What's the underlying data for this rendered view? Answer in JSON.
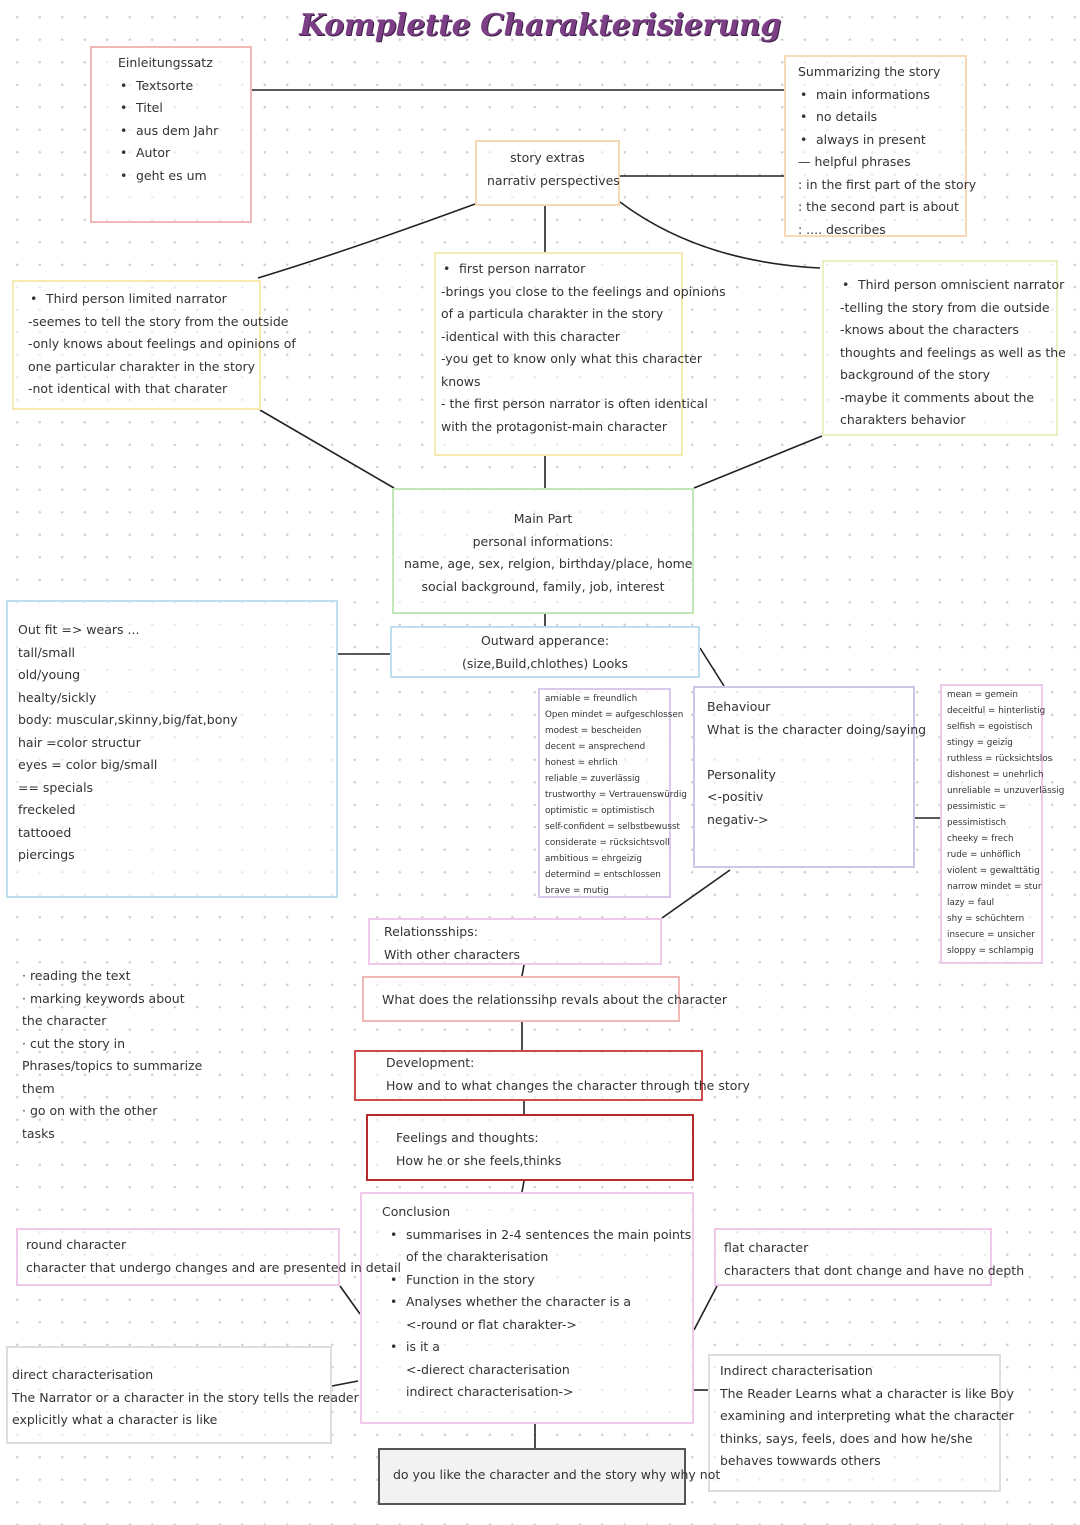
{
  "title": "Komplette Charakterisierung",
  "intro": {
    "heading": "Einleitungssatz",
    "items": [
      "Textsorte",
      "Titel",
      "aus dem Jahr",
      "Autor",
      "geht es um"
    ]
  },
  "summary": {
    "heading": "Summarizing the story",
    "items": [
      "main informations",
      "no details",
      "always in present"
    ],
    "phrases_heading": "— helpful phrases",
    "phrases": [
      ": in the first part of the story",
      ": the second part is about",
      ": .... describes"
    ]
  },
  "extras": {
    "lines": [
      "story extras",
      "narrativ perspectives"
    ]
  },
  "third_limited": {
    "lines": [
      "Third person limited narrator",
      "-seemes to tell the story from the outside",
      "-only knows about feelings and opinions of",
      "one particular charakter in the story",
      "-not identical with that charater"
    ]
  },
  "first_person": {
    "lines": [
      "first person narrator",
      "-brings you close to the feelings and opinions",
      "of a particula charakter in the story",
      "-identical with this character",
      "-you get to know only what this character",
      "knows",
      "- the first person narrator is often identical",
      "with the protagonist-main character"
    ]
  },
  "third_omni": {
    "lines": [
      "Third person omniscient narrator",
      "-telling the story from die outside",
      "-knows about the characters",
      "thoughts and feelings as well as the",
      "background of the story",
      "-maybe it comments about the",
      "charakters behavior"
    ]
  },
  "main_part": {
    "lines": [
      "Main Part",
      "personal informations:",
      "name, age, sex, relgion, birthday/place, home",
      "social background, family, job, interest"
    ]
  },
  "outfit": {
    "lines": [
      "Out fit => wears ...",
      "tall/small",
      "old/young",
      "healty/sickly",
      "body: muscular,skinny,big/fat,bony",
      "hair =color structur",
      "eyes = color big/small",
      "== specials",
      "freckeled",
      "tattooed",
      "piercings"
    ]
  },
  "outward": {
    "lines": [
      "Outward apperance:",
      "(size,Build,chlothes) Looks"
    ]
  },
  "positive_words": {
    "lines": [
      "amiable = freundlich",
      "Open mindet = aufgeschlossen",
      "modest = bescheiden",
      "decent = ansprechend",
      "honest = ehrlich",
      "reliable = zuverlässig",
      "trustworthy = Vertrauenswürdig",
      "optimistic = optimistisch",
      "self-confident = selbstbewusst",
      "considerate = rücksichtsvoll",
      "ambitious = ehrgeizig",
      "determind = entschlossen",
      "brave = mutig"
    ]
  },
  "behaviour": {
    "lines": [
      "Behaviour",
      "What is the character doing/saying",
      "",
      "Personality",
      "<-positiv",
      "negativ->"
    ]
  },
  "negative_words": {
    "lines": [
      "mean = gemein",
      "deceitful = hinterlistig",
      "selfish = egoistisch",
      "stingy = geizig",
      "ruthless = rücksichtslos",
      "dishonest = unehrlich",
      "unreliable = unzuverlässig",
      "pessimistic =",
      "pessimistisch",
      "cheeky = frech",
      "rude = unhöflich",
      "violent = gewalttätig",
      "narrow mindet = stur",
      "lazy = faul",
      "shy = schüchtern",
      "insecure = unsicher",
      "sloppy = schlampig"
    ]
  },
  "relationships": {
    "lines": [
      "Relationsships:",
      "With other characters"
    ]
  },
  "reveals": {
    "lines": [
      "What does the relationssihp revals about the character"
    ]
  },
  "development": {
    "lines": [
      "Development:",
      "How and to what changes the character through the story"
    ]
  },
  "feelings": {
    "lines": [
      "Feelings and thoughts:",
      "How he or she feels,thinks"
    ]
  },
  "tasks": {
    "lines": [
      "· reading the text",
      "· marking keywords about",
      "the character",
      "· cut the story in",
      "Phrases/topics to summarize",
      "them",
      "· go on with the other",
      "tasks"
    ]
  },
  "conclusion": {
    "heading": "Conclusion",
    "items": [
      "summarises in 2-4 sentences the main points",
      "Function in the story",
      "Analyses whether the character is a",
      "is it a"
    ],
    "subs": [
      "of the charakterisation",
      "<-round or flat charakter->",
      "<-dierect characterisation",
      "indirect characterisation->"
    ]
  },
  "round": {
    "lines": [
      "round character",
      "character that undergo changes and are presented in detail"
    ]
  },
  "flat": {
    "lines": [
      "flat character",
      "characters that dont change and have no depth"
    ]
  },
  "direct": {
    "lines": [
      "direct characterisation",
      "The Narrator or a character in the story tells the reader",
      "explicitly what a character is like"
    ]
  },
  "indirect": {
    "lines": [
      "Indirect characterisation",
      "The Reader Learns what a character is like Boy",
      "examining and interpreting what the character",
      "thinks, says, feels, does and how he/she",
      "behaves towwards others"
    ]
  },
  "final": {
    "lines": [
      "do you like the character and the story why why not"
    ]
  },
  "colors": {
    "red": "#f2b8b8",
    "orange": "#f7d9b8",
    "yellow": "#f5ebb0",
    "green": "#c2e8b8",
    "blue": "#bfdfef",
    "lavender": "#c7c7e8",
    "pink": "#f0c8ea",
    "deep_red": "#cf4a4a",
    "dark_red": "#b52a2a",
    "grey": "#cfcfcf",
    "title": "#7c3f86"
  }
}
